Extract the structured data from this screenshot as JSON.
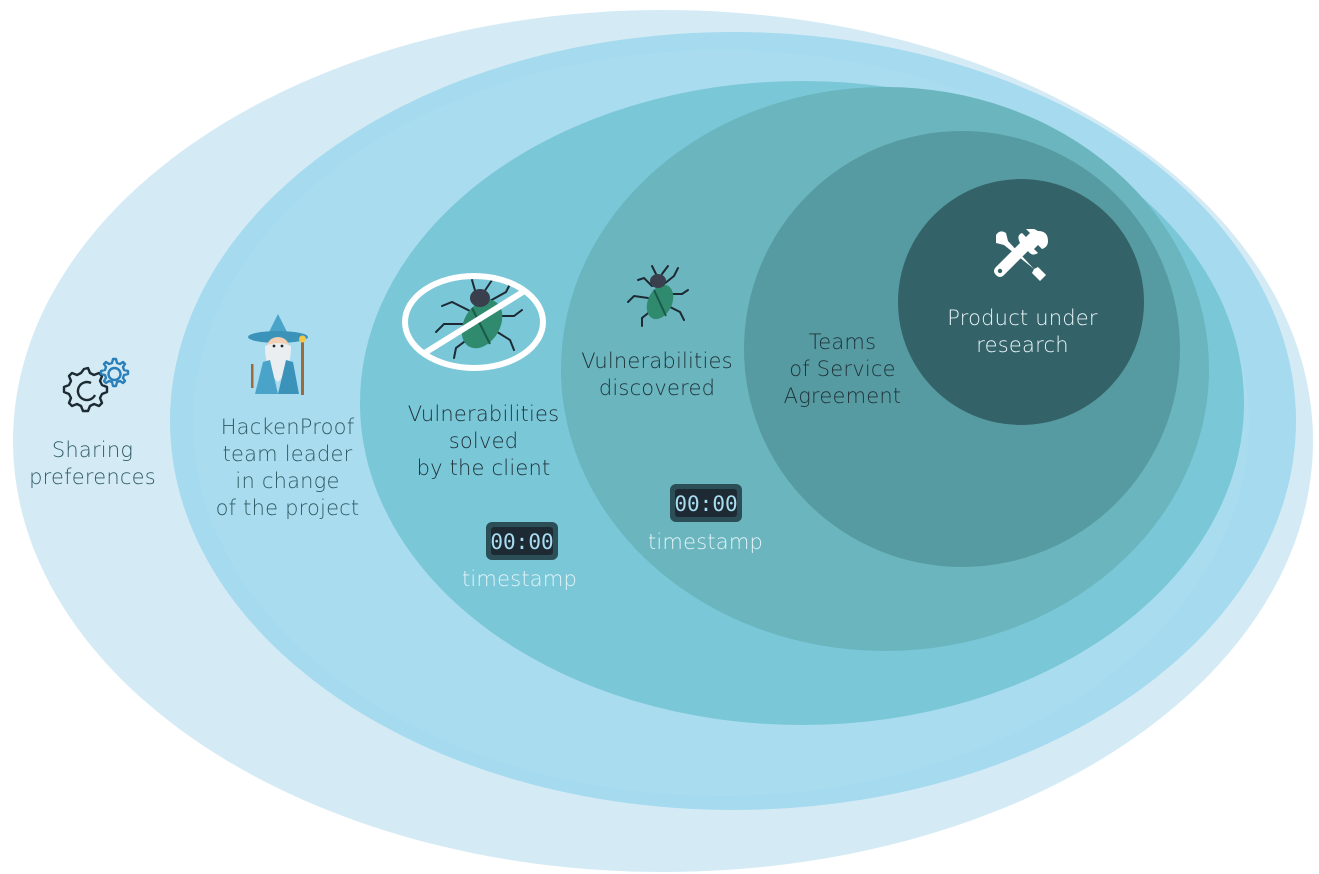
{
  "colors": {
    "ring_1": "#d4ebf5",
    "ring_2": "#a6daee",
    "ring_3": "#a9dcef",
    "ring_4": "#7ac7d8",
    "ring_5": "#6ab5be",
    "ring_6": "#569ba1",
    "core": "#336268",
    "dark_text": "#273c43",
    "light_text": "#eaf6f9",
    "muted_text": "#e3f3f8",
    "timer_text": "#a8dcf0",
    "icon_blue": "#2a7fb8",
    "icon_dark": "#1d2a33"
  },
  "labels": {
    "sharing_preferences": [
      "Sharing",
      "preferences"
    ],
    "team_leader": [
      "HackenProof",
      "team leader",
      "in change",
      "of the project"
    ],
    "vulns_solved": [
      "Vulnerabilities",
      "solved",
      "by the client"
    ],
    "vulns_discovered": [
      "Vulnerabilities",
      "discovered"
    ],
    "teams_sla": [
      "Teams",
      "of Service",
      "Agreement"
    ],
    "product": [
      "Product under",
      "research"
    ]
  },
  "timers": {
    "solved": {
      "display": "00:00",
      "caption": "timestamp"
    },
    "discovered": {
      "display": "00:00",
      "caption": "timestamp"
    }
  },
  "icons": {
    "gears": "gears-icon",
    "wizard": "wizard-icon",
    "bug_crossed": "bug-crossed-icon",
    "bug": "bug-icon",
    "tools": "wrench-screwdriver-icon",
    "stopwatch": "digital-timer-icon"
  }
}
